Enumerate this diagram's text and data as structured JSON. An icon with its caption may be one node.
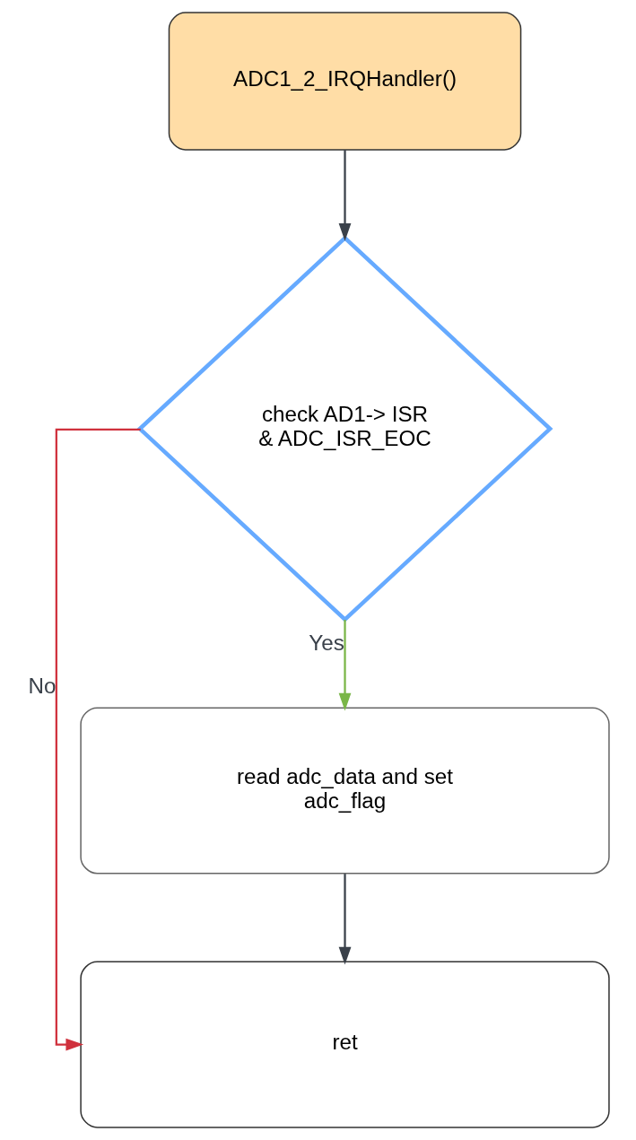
{
  "diagram": {
    "nodes": [
      {
        "text": [
          "ADC1_2_IRQHandler()"
        ]
      },
      {
        "text": [
          "check AD1-> ISR & ADC_ISR_EOC"
        ]
      },
      {
        "text": [
          "read adc_data and set adc_flag"
        ]
      },
      {
        "text": [
          "ret"
        ]
      }
    ],
    "edges": [
      {
        "from": 0,
        "to": 1,
        "arrow": "to"
      },
      {
        "from": 1,
        "to": 2,
        "arrow": "to",
        "label": "Yes",
        "color": "#7ab648"
      },
      {
        "from": 1,
        "to": 3,
        "arrow": "to",
        "label": "No",
        "color": "#d0313d"
      },
      {
        "from": 2,
        "to": 3,
        "arrow": "to"
      }
    ]
  }
}
